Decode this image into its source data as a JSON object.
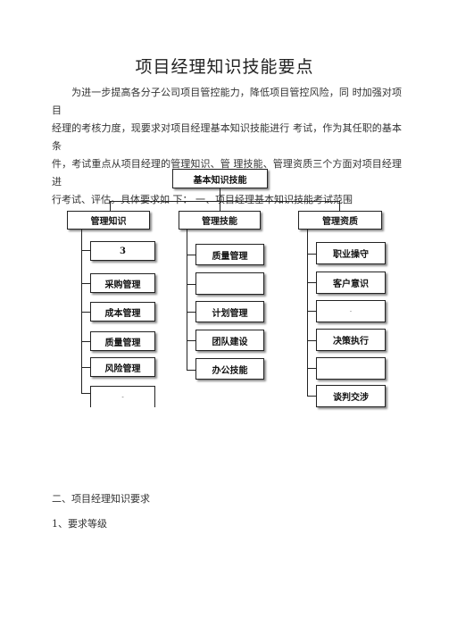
{
  "document": {
    "title": "项目经理知识技能要点",
    "intro_lines": [
      "为进一步提高各分子公司项目管控能力，降低项目管控风险，同 时加强对项目",
      "经理的考核力度，现要求对项目经理基本知识技能进行 考试，作为其任职的基本条",
      "件，考试重点从项目经理的管理知识、管 理技能、管理资质三个方面对项目经理进",
      "行考试、评估。具体要求如 下：  一、项目经理基本知识技能考试范围"
    ],
    "section_2": "二、项目经理知识要求",
    "section_2_1": "1、要求等级"
  },
  "org_chart": {
    "root": "基本知识技能",
    "columns": [
      {
        "header": "管理知识",
        "items": [
          "3",
          "采购管理",
          "成本管理",
          "质量管理",
          "风险管理",
          "-"
        ]
      },
      {
        "header": "管理技能",
        "items": [
          "质量管理",
          "",
          "计划管理",
          "团队建设",
          "办公技能"
        ]
      },
      {
        "header": "管理资质",
        "items": [
          "职业操守",
          "客户意识",
          "·",
          "决策执行",
          "",
          "谈判交涉"
        ]
      }
    ]
  }
}
